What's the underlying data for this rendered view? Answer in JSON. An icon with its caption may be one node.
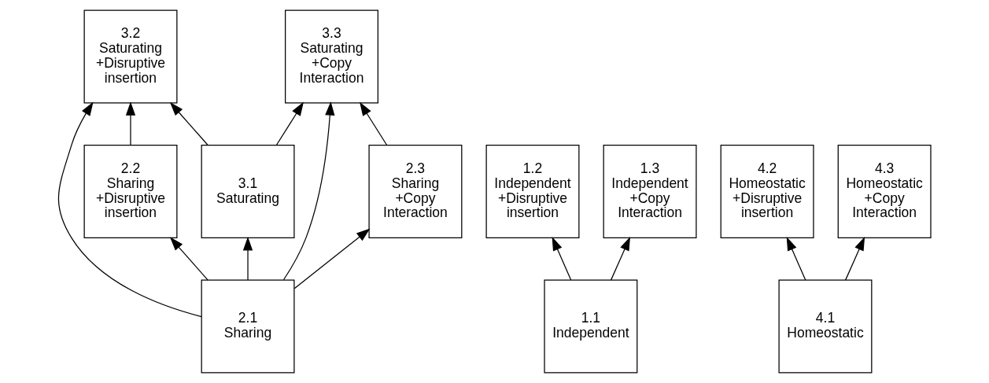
{
  "diagram": {
    "nodes": [
      {
        "text": [
          "3.2",
          "Saturating +Disruptive insertion"
        ]
      },
      {
        "text": [
          "3.3",
          "Saturating +Copy Interaction"
        ]
      },
      {
        "text": [
          "1.2",
          "Independent +Disruptive insertion"
        ]
      },
      {
        "text": [
          "1.3",
          "Independent +Copy Interaction"
        ]
      },
      {
        "text": [
          "2.2",
          "Sharing +Disruptive insertion"
        ]
      },
      {
        "text": [
          "3.1",
          "Saturating"
        ]
      },
      {
        "text": [
          "2.3",
          "Sharing +Copy Interaction"
        ]
      },
      {
        "text": [
          "4.2",
          "Homeostatic +Disruptive insertion"
        ]
      },
      {
        "text": [
          "4.3",
          "Homeostatic +Copy Interaction"
        ]
      },
      {
        "text": [
          "1.1",
          "Independent"
        ]
      },
      {
        "text": [
          "2.1",
          "Sharing"
        ]
      },
      {
        "text": [
          "4.1",
          "Homeostatic"
        ]
      }
    ],
    "edges": [
      {
        "from": 9,
        "to": 2,
        "arrow": "to"
      },
      {
        "from": 9,
        "to": 3,
        "arrow": "to"
      },
      {
        "from": 10,
        "to": 4,
        "arrow": "to"
      },
      {
        "from": 10,
        "to": 0,
        "arrow": "to"
      },
      {
        "from": 10,
        "to": 5,
        "arrow": "to"
      },
      {
        "from": 10,
        "to": 1,
        "arrow": "to"
      },
      {
        "from": 10,
        "to": 6,
        "arrow": "to"
      },
      {
        "from": 4,
        "to": 0,
        "arrow": "to"
      },
      {
        "from": 5,
        "to": 0,
        "arrow": "to"
      },
      {
        "from": 5,
        "to": 1,
        "arrow": "to"
      },
      {
        "from": 6,
        "to": 1,
        "arrow": "to"
      },
      {
        "from": 11,
        "to": 7,
        "arrow": "to"
      },
      {
        "from": 11,
        "to": 8,
        "arrow": "to"
      }
    ]
  }
}
